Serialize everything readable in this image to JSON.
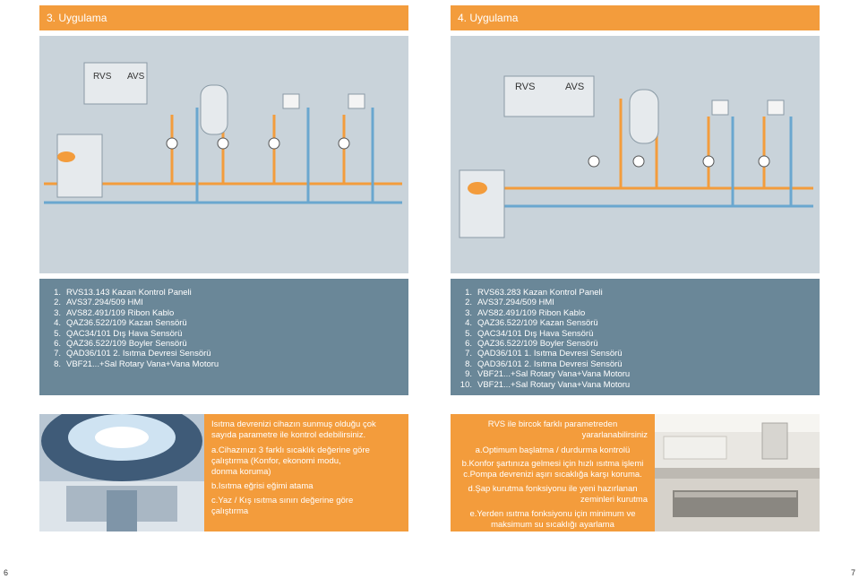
{
  "left": {
    "header": "3. Uygulama",
    "diagram_labels": {
      "rvs": "RVS",
      "avs": "AVS"
    },
    "items": [
      {
        "num": "1.",
        "text": "RVS13.143 Kazan Kontrol Paneli"
      },
      {
        "num": "2.",
        "text": "AVS37.294/509 HMI"
      },
      {
        "num": "3.",
        "text": "AVS82.491/109 Ribon Kablo"
      },
      {
        "num": "4.",
        "text": "QAZ36.522/109 Kazan Sensörü"
      },
      {
        "num": "5.",
        "text": "QAC34/101 Dış Hava Sensörü"
      },
      {
        "num": "6.",
        "text": "QAZ36.522/109 Boyler Sensörü"
      },
      {
        "num": "7.",
        "text": "QAD36/101 2. Isıtma Devresi Sensörü"
      },
      {
        "num": "8.",
        "text": "VBF21...+Sal Rotary Vana+Vana Motoru"
      }
    ],
    "info": [
      "Isıtma devrenizi cihazın sunmuş olduğu çok",
      "sayıda parametre ile kontrol edebilirsiniz.",
      "a.Cihazınızı 3 farklı sıcaklık değerine göre",
      "çalıştırma (Konfor, ekonomi modu,",
      "donma koruma)",
      "b.Isıtma eğrisi eğimi atama",
      "c.Yaz / Kış ısıtma sınırı değerine göre",
      "çalıştırma"
    ],
    "page_number": "6"
  },
  "right": {
    "header": "4. Uygulama",
    "diagram_labels": {
      "rvs": "RVS",
      "avs": "AVS"
    },
    "items": [
      {
        "num": "1.",
        "text": "RVS63.283 Kazan Kontrol Paneli"
      },
      {
        "num": "2.",
        "text": "AVS37.294/509 HMI"
      },
      {
        "num": "3.",
        "text": "AVS82.491/109 Ribon Kablo"
      },
      {
        "num": "4.",
        "text": "QAZ36.522/109 Kazan Sensörü"
      },
      {
        "num": "5.",
        "text": "QAC34/101 Dış Hava Sensörü"
      },
      {
        "num": "6.",
        "text": "QAZ36.522/109 Boyler Sensörü"
      },
      {
        "num": "7.",
        "text": "QAD36/101 1. Isıtma Devresi Sensörü"
      },
      {
        "num": "8.",
        "text": "QAD36/101 2. Isıtma Devresi Sensörü"
      },
      {
        "num": "9.",
        "text": "VBF21...+Sal Rotary Vana+Vana Motoru"
      },
      {
        "num": "10.",
        "text": "VBF21...+Sal Rotary Vana+Vana Motoru"
      }
    ],
    "info": [
      "RVS ile bircok farklı parametreden",
      "yararlanabilirsiniz",
      "a.Optimum başlatma / durdurma kontrolü",
      "b.Konfor şartınıza gelmesi için hızlı ısıtma işlemi",
      "c.Pompa devrenizi aşırı sıcaklığa karşı koruma.",
      "d.Şap kurutma fonksiyonu ile yeni hazırlanan",
      "zeminleri kurutma",
      "e.Yerden ısıtma fonksiyonu için minimum ve",
      "maksimum su sıcaklığı ayarlama"
    ],
    "page_number": "7"
  },
  "colors": {
    "orange": "#f39c3c",
    "steel": "#6a8798",
    "diagram_bg": "#c9d3da",
    "pipe_hot": "#f39c3c",
    "pipe_cold": "#6aa7cf"
  }
}
